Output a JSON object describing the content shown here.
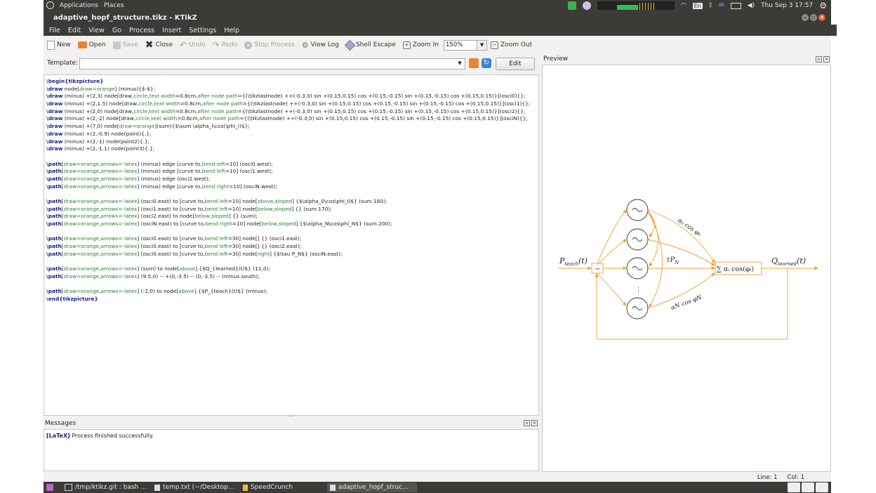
{
  "top_panel": {
    "applications": "Applications",
    "places": "Places",
    "keyboard_layout": "En",
    "clock": "Thu Sep  3 17:57"
  },
  "window": {
    "title": "adaptive_hopf_structure.tikz - KTikZ"
  },
  "menu": [
    "File",
    "Edit",
    "View",
    "Go",
    "Process",
    "Insert",
    "Settings",
    "Help"
  ],
  "toolbar": {
    "new": "New",
    "open": "Open",
    "save": "Save",
    "close": "Close",
    "undo": "Undo",
    "redo": "Redo",
    "stop_process": "Stop Process",
    "view_log": "View Log",
    "shell_escape": "Shell Escape",
    "zoom_in": "Zoom In",
    "zoom_value": "150%",
    "zoom_out": "Zoom Out"
  },
  "template": {
    "label": "Template:",
    "value": "",
    "edit_button": "Edit"
  },
  "editor": {
    "lines": [
      "\\begin{tikzpicture}",
      "\\draw node[draw=orange] (minus){$-$};",
      "\\draw (minus) +(2,3) node[draw,circle,text width=0.8cm,after node path={(\\tikzlastnode) ++(-0.3,0) sin +(0.15,0.15) cos +(0.15,-0.15) sin +(0.15,-0.15) cos +(0.15,0.15)}](osci0){};",
      "\\draw (minus) +(2,1.5) node[draw,circle,text width=0.8cm,after node path={(\\tikzlastnode) ++(-0.3,0) sin +(0.15,0.15) cos +(0.15,-0.15) sin +(0.15,-0.15) cos +(0.15,0.15)}](osci1){};",
      "\\draw (minus) +(2,0) node[draw,circle,text width=0.8cm,after node path={(\\tikzlastnode) ++(-0.3,0) sin +(0.15,0.15) cos +(0.15,-0.15) sin +(0.15,-0.15) cos +(0.15,0.15)}](osci2){};",
      "\\draw (minus) +(2,-2) node[draw,circle,text width=0.8cm,after node path={(\\tikzlastnode) ++(-0.3,0) sin +(0.15,0.15) cos +(0.15,-0.15) sin +(0.15,-0.15) cos +(0.15,0.15)}](osciN){};",
      "\\draw (minus) +(7,0) node[draw=orange](sum){$\\sum \\alpha_i\\cos(\\phi_i)$};",
      "\\draw (minus) +(2,-0.9) node(point){.};",
      "\\draw (minus) +(2,-1) node(point2){.};",
      "\\draw (minus) +(2,-1.1) node(point3){.};",
      "",
      "\\path[draw=orange,arrows=-latex] (minus) edge [curve to,bend left=10] (osci0.west);",
      "\\path[draw=orange,arrows=-latex] (minus) edge [curve to,bend left=10] (osci1.west);",
      "\\path[draw=orange,arrows=-latex] (minus) edge (osci2.west);",
      "\\path[draw=orange,arrows=-latex] (minus) edge [curve to,bend right=10] (osciN.west);",
      "",
      "\\path[draw=orange,arrows=-latex] (osci0.east) to [curve to,bend left=10] node[above,sloped] {$\\alpha_0\\cos\\phi_0$} (sum.160);",
      "\\path[draw=orange,arrows=-latex] (osci1.east) to [curve to,bend left=10] node[below,sloped] {} (sum.170);",
      "\\path[draw=orange,arrows=-latex] (osci2.east) to node[below,sloped] {} (sum);",
      "\\path[draw=orange,arrows=-latex] (osciN.east) to [curve to,bend right=10] node[below,sloped] {$\\alpha_N\\cos\\phi_N$} (sum.200);",
      "",
      "\\path[draw=orange,arrows=-latex] (osci0.east) to [curve to,bend left=30] node[] {} (osci1.east);",
      "\\path[draw=orange,arrows=-latex] (osci0.east) to [curve to,bend left=30] node[] {} (osci2.east);",
      "\\path[draw=orange,arrows=-latex] (osci0.east) to [curve to,bend left=30] node[right] {$\\tau P_N$} (osciN.east);",
      "",
      "\\path[draw=orange,arrows=-latex] (sum) to node[above] {$Q_{learned}(t)$} (11,0);",
      "\\path[draw=orange,arrows=-latex] (9.5,0) -- +(0,-3.5) -- (0,-3.5) -- (minus.south);",
      "",
      "\\path[draw=orange,arrows=-latex] (-2,0) to node[above] {$P_{teach}(t)$} (minus);",
      "\\end{tikzpicture}"
    ]
  },
  "messages": {
    "title": "Messages",
    "tag": "[LaTeX]",
    "text": " Process finished successfully."
  },
  "preview": {
    "title": "Preview",
    "p_teach": "P",
    "p_teach_sub": "teach",
    "p_teach_arg": "(t)",
    "minus": "−",
    "sum_label": "∑ αᵢ cos(φᵢ)",
    "q_learned": "Q",
    "q_learned_sub": "learned",
    "q_learned_arg": "(t)",
    "alpha0": "α₀ cos φ₀",
    "alphaN": "αN cos φN",
    "tau": "τP",
    "tau_sub": "N",
    "dots": "⋮",
    "accent": "#f0a030"
  },
  "status": {
    "line": "Line: 1",
    "col": "Col: 1"
  },
  "taskbar": {
    "items": [
      "/tmp/ktikz.git : bash ...",
      "temp.txt (~/Desktop...",
      "SpeedCrunch",
      "adaptive_hopf_struc..."
    ]
  }
}
